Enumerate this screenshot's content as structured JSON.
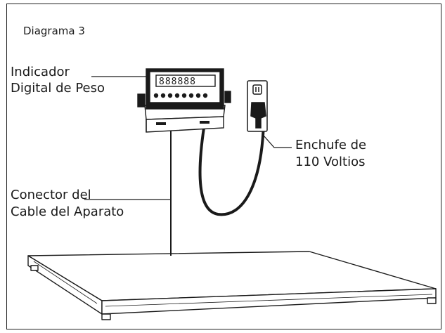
{
  "diagram": {
    "title": "Diagrama 3",
    "labels": {
      "indicator": [
        "Indicador",
        "Digital de Peso"
      ],
      "plug": [
        "Enchufe de",
        "110 Voltios"
      ],
      "connector": [
        "Conector del",
        "Cable del Aparato"
      ]
    },
    "display_digits": "888888",
    "colors": {
      "ink": "#1a1a1a",
      "background": "#ffffff"
    }
  }
}
